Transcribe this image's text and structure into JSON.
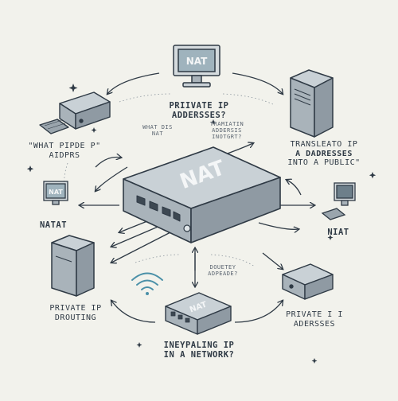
{
  "devices": {
    "center_router": "NAT",
    "top_monitor": "NAT",
    "left_monitor": "NAT",
    "bottom_router": "NAT"
  },
  "labels": {
    "top_center": [
      "PRIIVATE IP",
      "ADDERSSES?"
    ],
    "center_left_small": [
      "WHAT DIS",
      "NAT"
    ],
    "center_right_small": [
      "TRAMIATIN",
      "ADDERSIS",
      "INOTGRT?"
    ],
    "left_quote": [
      "\"WHAT PIPDE P\"",
      "AIDPRS"
    ],
    "right_translate": [
      "TRANSLEATO IP",
      "A DADRESSES",
      "INTO A PUBLIC\""
    ],
    "left_natat": "NATAT",
    "right_niat": "NIAT",
    "center_bottom_small": [
      "DOUETEY",
      "ADPEADE?"
    ],
    "bottom_left": [
      "PRIVATE IP",
      "DROUTING"
    ],
    "bottom_right": [
      "PRIVATE I I",
      "ADERSSES"
    ],
    "bottom_center": [
      "INEYPALING IP",
      "IN A NETWORK?"
    ]
  },
  "colors": {
    "background": "#f2f2ec",
    "device_light": "#c9d1d6",
    "device_mid": "#a9b3ba",
    "device_dark": "#7f8a93",
    "line": "#2f3a45",
    "screen": "#9fb3bd",
    "accent": "#4a90a8"
  }
}
